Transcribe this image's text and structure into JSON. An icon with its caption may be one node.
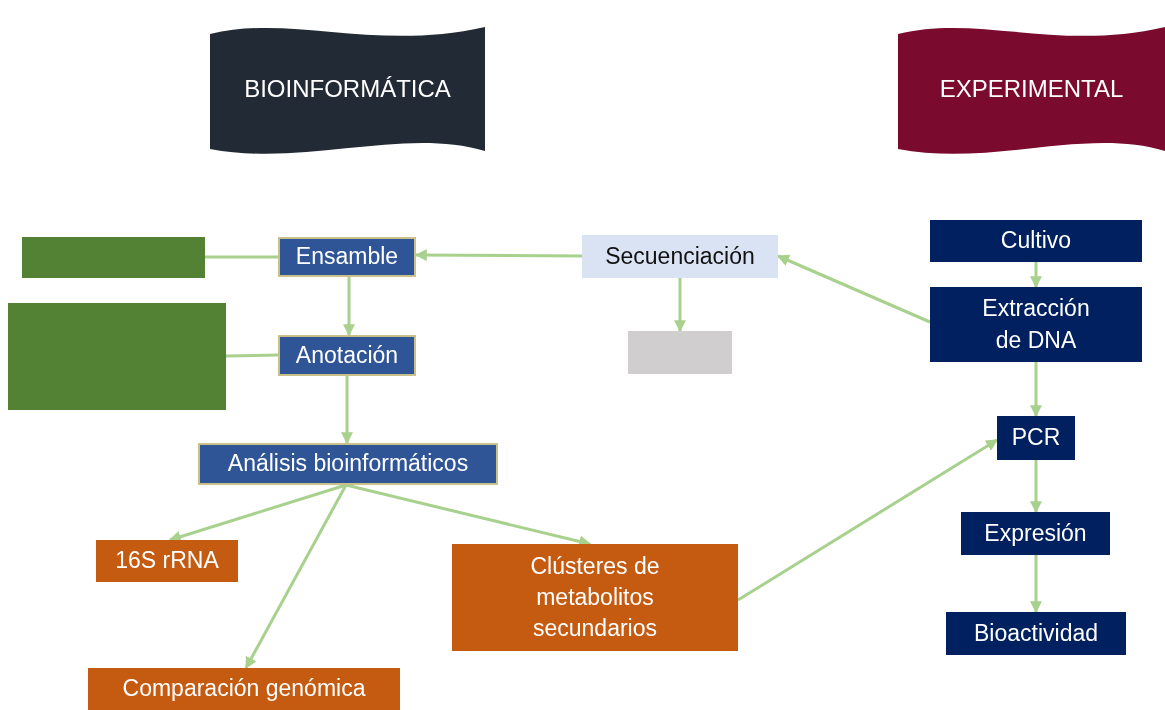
{
  "diagram": {
    "nodes": [
      {
        "text": [
          "BIOINFORMÁTICA"
        ]
      },
      {
        "text": [
          "EXPERIMENTAL"
        ]
      },
      {
        "text": [],
        "shape": "box"
      },
      {
        "text": [
          "Ensamble"
        ]
      },
      {
        "text": [
          "Secuenciación"
        ]
      },
      {
        "text": [
          "Cultivo"
        ]
      },
      {
        "text": [],
        "shape": "box"
      },
      {
        "text": [
          "Anotación"
        ]
      },
      {
        "text": [],
        "shape": "box"
      },
      {
        "text": [
          "Extracción de DNA"
        ]
      },
      {
        "text": [
          "Análisis bioinformáticos"
        ]
      },
      {
        "text": [
          "PCR"
        ]
      },
      {
        "text": [
          "16S rRNA"
        ]
      },
      {
        "text": [
          "Clústeres de metabolitos secundarios"
        ]
      },
      {
        "text": [
          "Expresión"
        ]
      },
      {
        "text": [
          "Bioactividad"
        ]
      },
      {
        "text": [
          "Comparación genómica"
        ]
      }
    ],
    "edges": [
      {
        "from": 2,
        "to": 3,
        "arrow": "none"
      },
      {
        "from": 4,
        "to": 3,
        "arrow": "to"
      },
      {
        "from": 9,
        "to": 4,
        "arrow": "to"
      },
      {
        "from": 5,
        "to": 9,
        "arrow": "to"
      },
      {
        "from": 3,
        "to": 7,
        "arrow": "to"
      },
      {
        "from": 6,
        "to": 7,
        "arrow": "none"
      },
      {
        "from": 4,
        "to": 8,
        "arrow": "to"
      },
      {
        "from": 7,
        "to": 10,
        "arrow": "to"
      },
      {
        "from": 10,
        "to": 12,
        "arrow": "to"
      },
      {
        "from": 10,
        "to": 16,
        "arrow": "to"
      },
      {
        "from": 10,
        "to": 13,
        "arrow": "to"
      },
      {
        "from": 13,
        "to": 11,
        "arrow": "to"
      },
      {
        "from": 9,
        "to": 11,
        "arrow": "to"
      },
      {
        "from": 11,
        "to": 14,
        "arrow": "to"
      },
      {
        "from": 14,
        "to": 15,
        "arrow": "to"
      }
    ]
  }
}
